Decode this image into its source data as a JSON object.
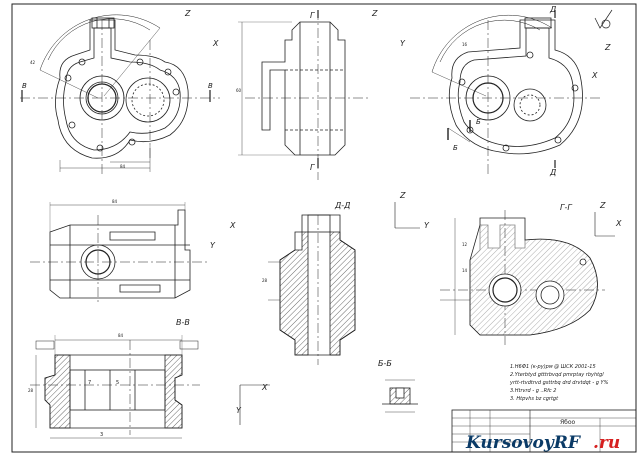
{
  "axis_letters": {
    "z": "Z",
    "x": "X",
    "y": "Y"
  },
  "section_marks": {
    "g": "Г",
    "d": "Д",
    "v": "В",
    "b": "Б"
  },
  "section_titles": {
    "dd": "Д-Д",
    "gg": "Г-Г",
    "vv": "В-В",
    "bb": "Б-Б"
  },
  "dimensions": {
    "d1": "14",
    "d2": "28",
    "d3": "42",
    "d4": "60",
    "d5": "84",
    "d6": "16",
    "d7": "12",
    "d8": "7",
    "d9": "5",
    "d10": "3"
  },
  "notes": [
    "1.Н6Ф1  (к-ру)рм @ ШСК 2001-15",
    "2.Yterbtyd gtttrbvqd pmrptay rbyhtgl",
    "yrtt-rtvdtrvd gsttrbq drd drvtdqt - g Y%",
    "3.Htrvrd - g  ..Rfc 2",
    "3. Htpvhs  bz cgrtgt"
  ],
  "title_block": {
    "name": "Ябоо"
  },
  "watermark": {
    "text_main": "KursovoyRF",
    "text_suffix": ".ru"
  },
  "colors": {
    "line": "#222222",
    "hatch": "#444444",
    "watermark_main": "#0a3a66",
    "watermark_accent": "#d72020"
  }
}
